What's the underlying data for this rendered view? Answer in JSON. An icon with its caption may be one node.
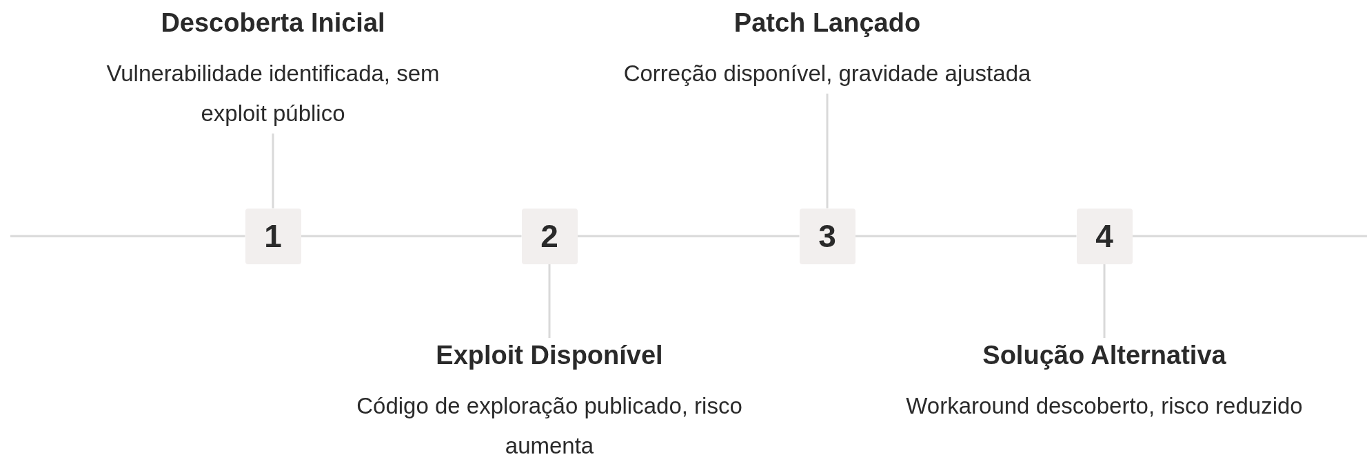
{
  "diagram": {
    "nodes": [
      {
        "text": [
          "Descoberta Inicial",
          "Vulnerabilidade identificada, sem exploit público"
        ]
      },
      {
        "text": [
          "Patch Lançado",
          "Correção disponível, gravidade ajustada"
        ]
      },
      {
        "text": [
          "1"
        ]
      },
      {
        "text": [
          "2"
        ]
      },
      {
        "text": [
          "3"
        ]
      },
      {
        "text": [
          "4"
        ]
      },
      {
        "text": [
          "Exploit Disponível",
          "Código de exploração publicado, risco aumenta"
        ]
      },
      {
        "text": [
          "Solução Alternativa",
          "Workaround descoberto, risco reduzido"
        ]
      }
    ],
    "edges": [
      {
        "from": null,
        "to": 2,
        "arrow": "none"
      },
      {
        "from": 2,
        "to": 3,
        "arrow": "none"
      },
      {
        "from": 3,
        "to": 4,
        "arrow": "none"
      },
      {
        "from": 4,
        "to": 5,
        "arrow": "none"
      },
      {
        "from": 5,
        "to": null,
        "arrow": "none"
      },
      {
        "from": 2,
        "to": 0,
        "arrow": "none"
      },
      {
        "from": 4,
        "to": 1,
        "arrow": "none"
      },
      {
        "from": 3,
        "to": 6,
        "arrow": "none"
      },
      {
        "from": 5,
        "to": 7,
        "arrow": "none"
      }
    ]
  }
}
